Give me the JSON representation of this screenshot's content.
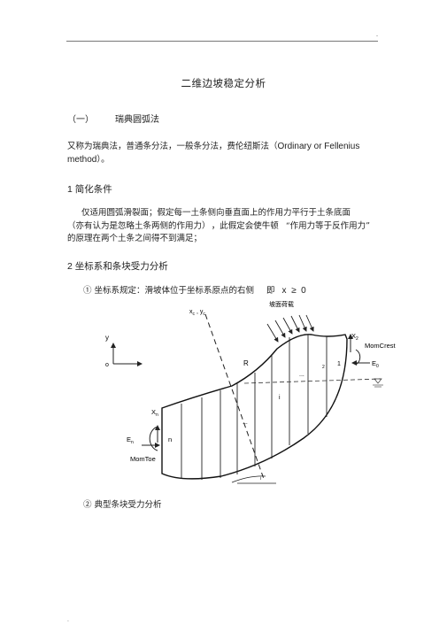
{
  "header_mark": "-",
  "footer_mark": ".",
  "title": "二维边坡稳定分析",
  "section1": {
    "number": "（一）",
    "heading": "瑞典圆弧法",
    "para_line1_cn": "又称为瑞典法，普通条分法，一般条分法，费伦纽斯法（",
    "para_line1_en": "Ordinary or Fellenius",
    "para_line2_en": "method",
    "para_line2_cn": "）。"
  },
  "section2": {
    "heading": "1 简化条件",
    "line1": "仅适用圆弧滑裂面；假定每一土条侧向垂直面上的作用力平行于土条底面",
    "line2_part1": "（亦有认为是忽略土条两侧的作用力）",
    "line2_part2": "，此假定会使牛顿",
    "line2_quote": "“作用力等于反作用力”",
    "line3": "的原理在两个土条之间得不到满足；"
  },
  "section3": {
    "heading": "2 坐标系和条块受力分析",
    "item1_text": "① 坐标系规定：滑坡体位于坐标系原点的右侧",
    "item1_math_prefix": "即",
    "item1_math": "x  ≥  0",
    "item2_text": "② 典型条块受力分析"
  },
  "figure": {
    "center_label": "x",
    "center_label_sub": "c",
    "center_label_comma": " , y",
    "center_label_sub2": "c",
    "load_label": "坡面荷载",
    "axis_y": "y",
    "axis_o": "o",
    "radius": "R",
    "x2": "X",
    "x2_sub": "2",
    "mom_crest": "MomCrest",
    "e0": "E",
    "e0_sub": "0",
    "slice_1": "1",
    "slice_2": "2",
    "slice_i": "i",
    "slice_n": "n",
    "dots1": "...",
    "dots2": "...",
    "xn": "X",
    "xn_sub": "n",
    "en": "E",
    "en_sub": "n",
    "mom_toe": "MomToe",
    "angle": "i"
  }
}
